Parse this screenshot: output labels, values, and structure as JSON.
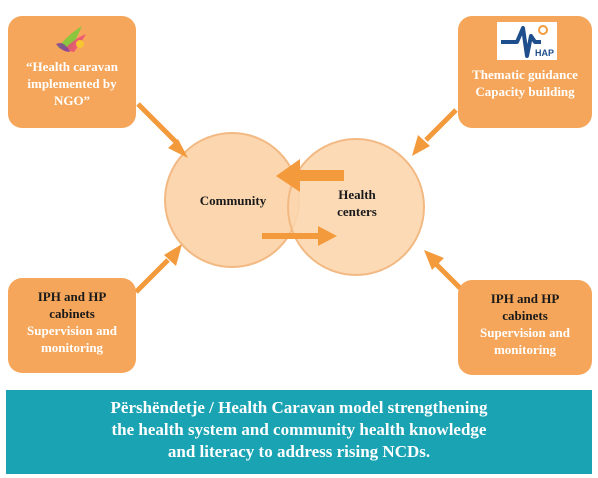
{
  "boxes": {
    "top_left": {
      "line1": "“Health caravan",
      "line2": "implemented by",
      "line3": "NGO”"
    },
    "top_right": {
      "line1": "Thematic guidance",
      "line2": "Capacity building"
    },
    "bottom_left": {
      "line1": "IPH and HP",
      "line2": "cabinets",
      "line3": "Supervision and",
      "line4": "monitoring"
    },
    "bottom_right": {
      "line1": "IPH and HP",
      "line2": "cabinets",
      "line3": "Supervision and",
      "line4": "monitoring"
    }
  },
  "circles": {
    "community": "Community",
    "health_line1": "Health",
    "health_line2": "centers"
  },
  "logos": {
    "hap": "HAP"
  },
  "footer": {
    "line1": "Përshëndetje / Health Caravan model strengthening",
    "line2": "the health system and community health knowledge",
    "line3": "and literacy to address rising NCDs."
  },
  "colors": {
    "box": "#f5a65a",
    "circle_fill": "#fcd6ae",
    "circle_stroke": "#f3b983",
    "arrow": "#f39a3c",
    "footer": "#1aa3b3"
  }
}
